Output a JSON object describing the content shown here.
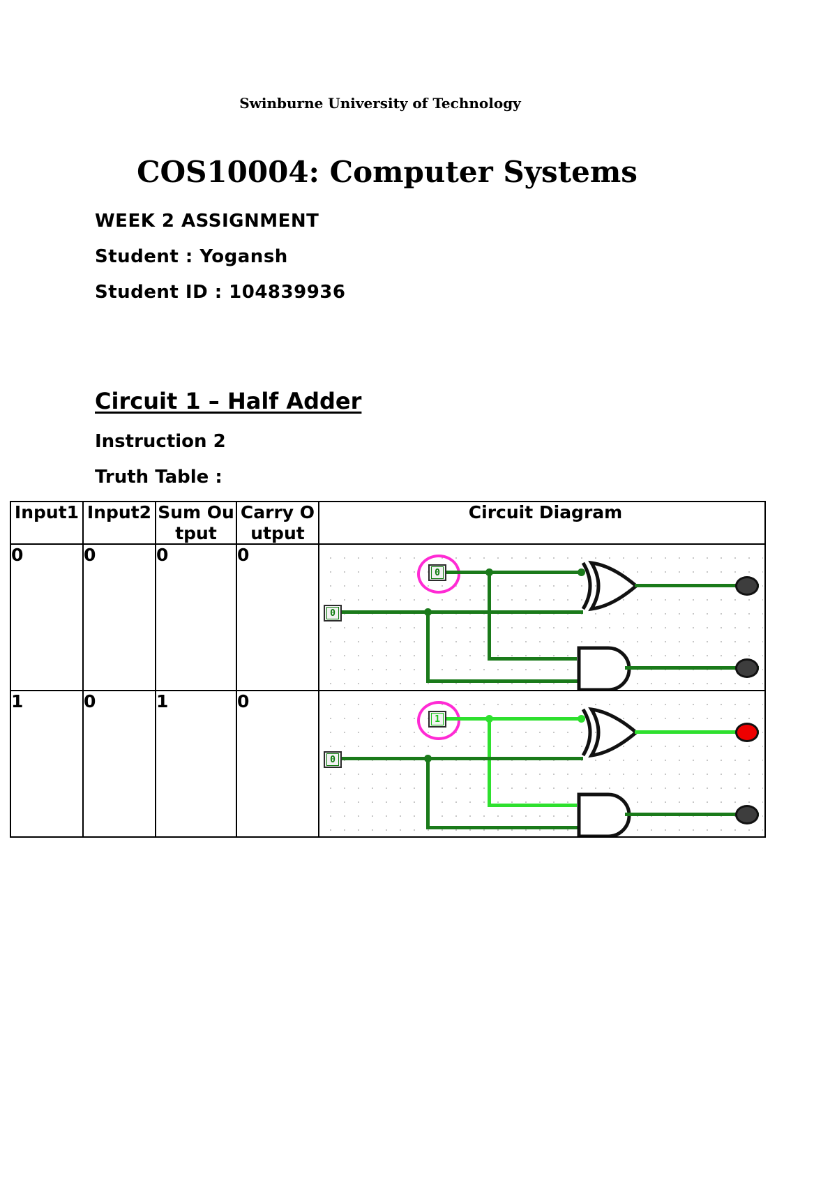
{
  "header": {
    "university": "Swinburne University of Technology",
    "course": "COS10004: Computer Systems",
    "assignment": "WEEK 2 ASSIGNMENT",
    "student": "Student : Yogansh",
    "student_id": "Student ID : 104839936"
  },
  "section": {
    "title": "Circuit 1 – Half Adder",
    "instruction": "Instruction 2",
    "truth_table_label": "Truth Table :"
  },
  "table": {
    "headers": [
      "Input1",
      "Input2",
      "Sum Output",
      "Carry Output",
      "Circuit Diagram"
    ],
    "rows": [
      {
        "input1": "0",
        "input2": "0",
        "sum": "0",
        "carry": "0",
        "diagram": {
          "pin_top_value": "0",
          "pin_top_state": "off",
          "pin_bottom_value": "0",
          "pin_bottom_state": "off",
          "xor_output_state": "off",
          "and_output_state": "off",
          "sum_led": "off",
          "carry_led": "off",
          "highlighted_pin": "pin_top"
        }
      },
      {
        "input1": "1",
        "input2": "0",
        "sum": "1",
        "carry": "0",
        "diagram": {
          "pin_top_value": "1",
          "pin_top_state": "on",
          "pin_bottom_value": "0",
          "pin_bottom_state": "off",
          "xor_output_state": "on",
          "and_output_state": "off",
          "sum_led": "lit",
          "carry_led": "off",
          "highlighted_pin": "pin_top"
        }
      }
    ]
  },
  "colors": {
    "wire_off": "#1a7a1a",
    "wire_on": "#2ee02e",
    "led_off": "#3d3d3d",
    "led_on": "#ee0000",
    "highlight": "#ff2ad4"
  }
}
